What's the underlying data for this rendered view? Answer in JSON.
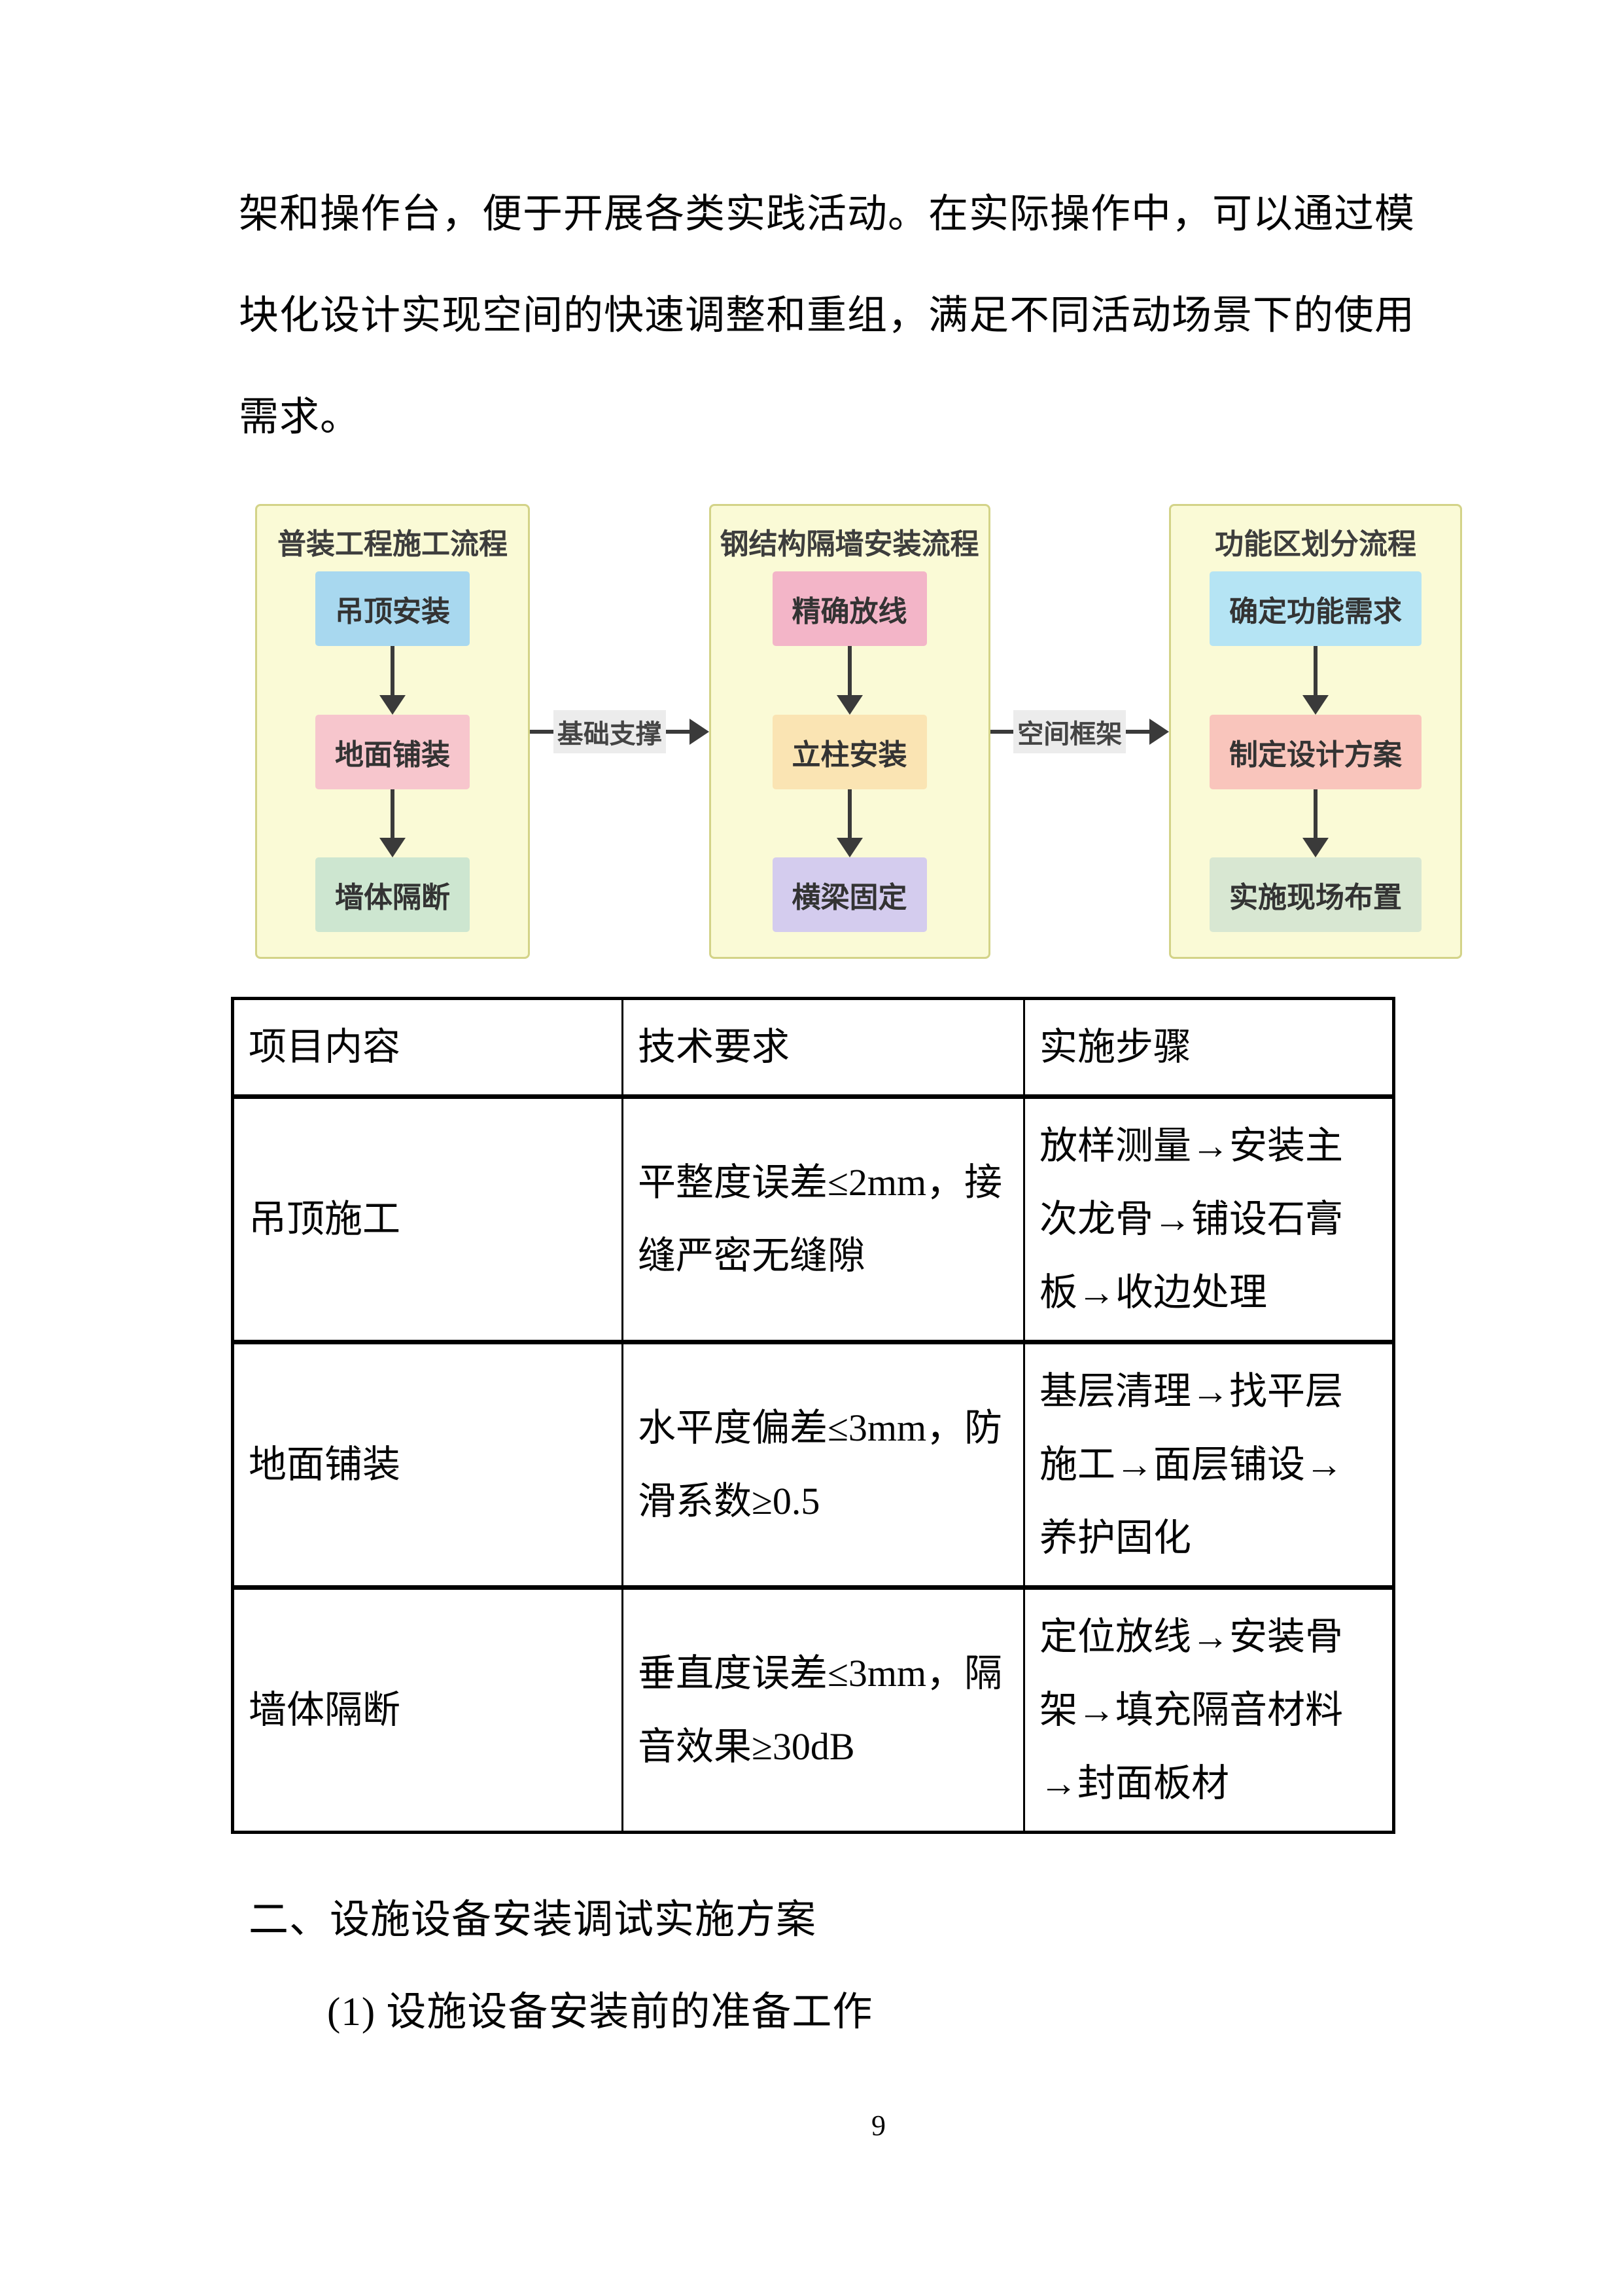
{
  "paragraph": {
    "lines": [
      "架和操作台，便于开展各类实践活动。在实际操作中，可以通过模",
      "块化设计实现空间的快速调整和重组，满足不同活动场景下的使用",
      "需求。"
    ]
  },
  "flowchart": {
    "panel_bg": "#fafad6",
    "panel_border": "#d3d388",
    "arrow_color": "#3a3a3a",
    "label_bg": "#ececec",
    "columns": [
      {
        "title": "普装工程施工流程",
        "steps": [
          {
            "label": "吊顶安装",
            "color": "#a8d8ef"
          },
          {
            "label": "地面铺装",
            "color": "#f7c6cd"
          },
          {
            "label": "墙体隔断",
            "color": "#cde6d0"
          }
        ]
      },
      {
        "title": "钢结构隔墙安装流程",
        "steps": [
          {
            "label": "精确放线",
            "color": "#f3b5c8"
          },
          {
            "label": "立柱安装",
            "color": "#fae4b3"
          },
          {
            "label": "横梁固定",
            "color": "#d4ccee"
          }
        ]
      },
      {
        "title": "功能区划分流程",
        "steps": [
          {
            "label": "确定功能需求",
            "color": "#b5e4f4"
          },
          {
            "label": "制定设计方案",
            "color": "#f9c5bc"
          },
          {
            "label": "实施现场布置",
            "color": "#d8e7d2"
          }
        ]
      }
    ],
    "connectors": [
      {
        "label": "基础支撑"
      },
      {
        "label": "空间框架"
      }
    ]
  },
  "table": {
    "headers": [
      "项目内容",
      "技术要求",
      "实施步骤"
    ],
    "rows": [
      {
        "item": "吊顶施工",
        "requirement": "平整度误差≤2mm，接缝严密无缝隙",
        "steps": "放样测量→安装主次龙骨→铺设石膏板→收边处理"
      },
      {
        "item": "地面铺装",
        "requirement": "水平度偏差≤3mm，防滑系数≥0.5",
        "steps": "基层清理→找平层施工→面层铺设→养护固化"
      },
      {
        "item": "墙体隔断",
        "requirement": "垂直度误差≤3mm，隔音效果≥30dB",
        "steps": "定位放线→安装骨架→填充隔音材料→封面板材"
      }
    ]
  },
  "sections": {
    "heading": "二、设施设备安装调试实施方案",
    "subheading": "(1) 设施设备安装前的准备工作"
  },
  "page": {
    "number": "9"
  }
}
